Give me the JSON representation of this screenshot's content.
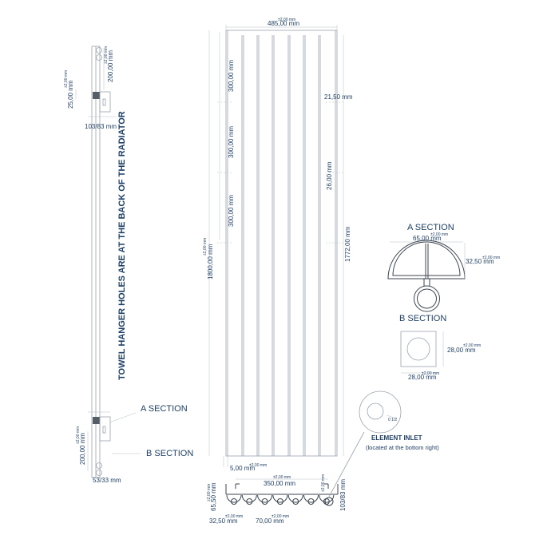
{
  "notes": {
    "towel_hanger": "TOWEL HANGER HOLES ARE AT THE BACK OF THE RADIATOR",
    "element_inlet_title": "ELEMENT INLET",
    "element_inlet_sub": "(located at the bottom right)"
  },
  "side_view": {
    "dim_top_gap": "25,00 mm",
    "dim_top_gap_tol": "±2,00 mm",
    "dim_top_bracket": "200,00 mm",
    "dim_top_bracket_tol": "±2,00 mm",
    "dim_top_depth": "103/83 mm",
    "label_a_section": "A SECTION",
    "label_b_section": "B SECTION",
    "dim_bottom_bracket": "200,00 mm",
    "dim_bottom_bracket_tol": "±2,00 mm",
    "dim_bottom_depth": "53/33 mm"
  },
  "front_view": {
    "dim_width": "485,00 mm",
    "dim_width_tol": "±2,00 mm",
    "dim_spacing_1": "300,00 mm",
    "dim_spacing_2": "300,00 mm",
    "dim_spacing_3": "300,00 mm",
    "dim_right_offset": "21,50 mm",
    "dim_right_inner": "26,00 mm",
    "dim_total_height": "1800,00 mm",
    "dim_total_height_tol": "±2,00 mm",
    "dim_column_height": "1772,00 mm",
    "dim_edge": "5,00 mm",
    "dim_edge_tol": "±2,00 mm"
  },
  "bottom_view": {
    "dim_centers": "350,00 mm",
    "dim_centers_tol": "±2,00 mm",
    "dim_height": "65,50 mm",
    "dim_height_tol": "±2,00 mm",
    "dim_depth": "103/83 mm",
    "dim_depth_tol": "±2,00 mm",
    "dim_half": "32,50 mm",
    "dim_half_tol": "±2,00 mm",
    "dim_pitch": "70,00 mm",
    "dim_pitch_tol": "±2,00 mm",
    "element_size": "0 1/2"
  },
  "a_section": {
    "title": "A SECTION",
    "dim_width": "65,00 mm",
    "dim_width_tol": "±2,00 mm",
    "dim_height": "32,50 mm",
    "dim_height_tol": "±2,00 mm"
  },
  "b_section": {
    "title": "B SECTION",
    "dim_height": "28,00 mm",
    "dim_height_tol": "±2,00 mm",
    "dim_width": "28,00 mm",
    "dim_width_tol": "±2,00 mm"
  }
}
